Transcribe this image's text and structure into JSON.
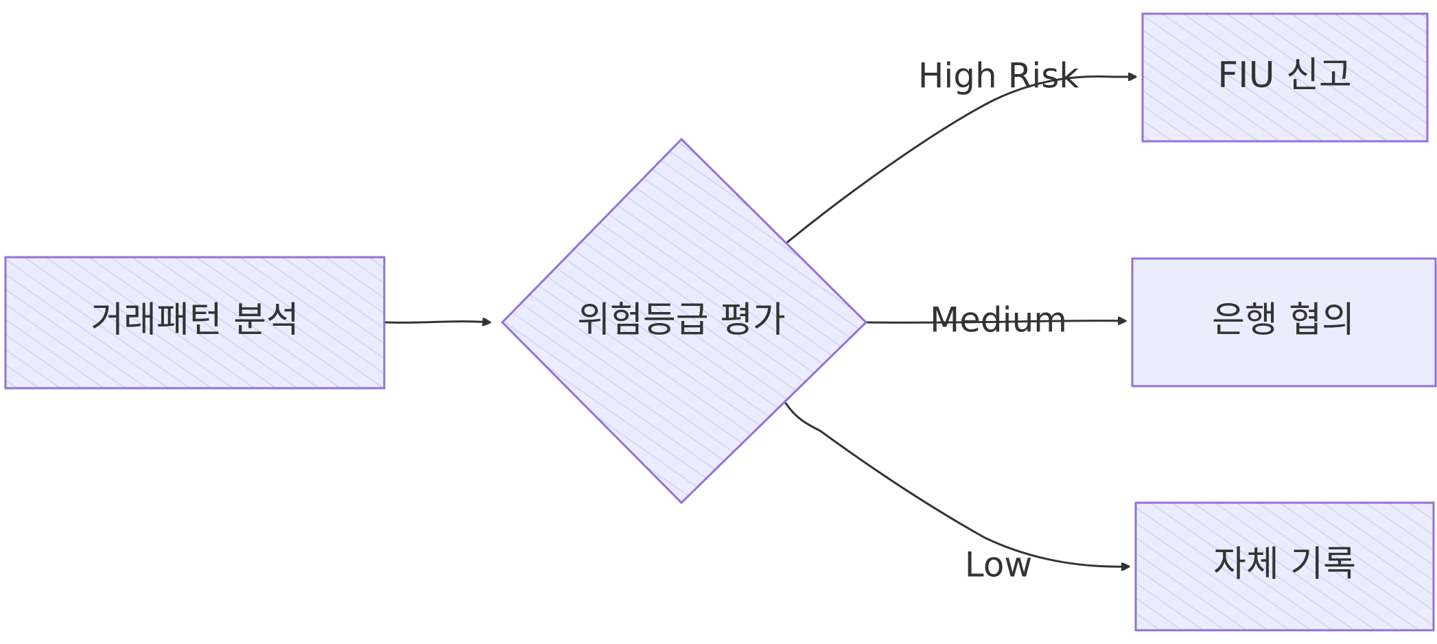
{
  "diagram": {
    "type": "flowchart",
    "colors": {
      "node_fill": "#ECECFF",
      "node_fill_hatch": "#D6D6F8",
      "node_stroke": "#9370DB",
      "edge": "#333333",
      "text": "#333333"
    },
    "nodes": {
      "analysis": {
        "label": "거래패턴 분석",
        "shape": "rect"
      },
      "risk": {
        "label": "위험등급 평가",
        "shape": "diamond"
      },
      "fiu": {
        "label": "FIU 신고",
        "shape": "rect"
      },
      "bank": {
        "label": "은행 협의",
        "shape": "rect"
      },
      "self": {
        "label": "자체 기록",
        "shape": "rect"
      }
    },
    "edges": [
      {
        "from": "analysis",
        "to": "risk",
        "label": ""
      },
      {
        "from": "risk",
        "to": "fiu",
        "label": "High Risk"
      },
      {
        "from": "risk",
        "to": "bank",
        "label": "Medium"
      },
      {
        "from": "risk",
        "to": "self",
        "label": "Low"
      }
    ],
    "edge_labels": {
      "high": "High Risk",
      "medium": "Medium",
      "low": "Low"
    }
  }
}
